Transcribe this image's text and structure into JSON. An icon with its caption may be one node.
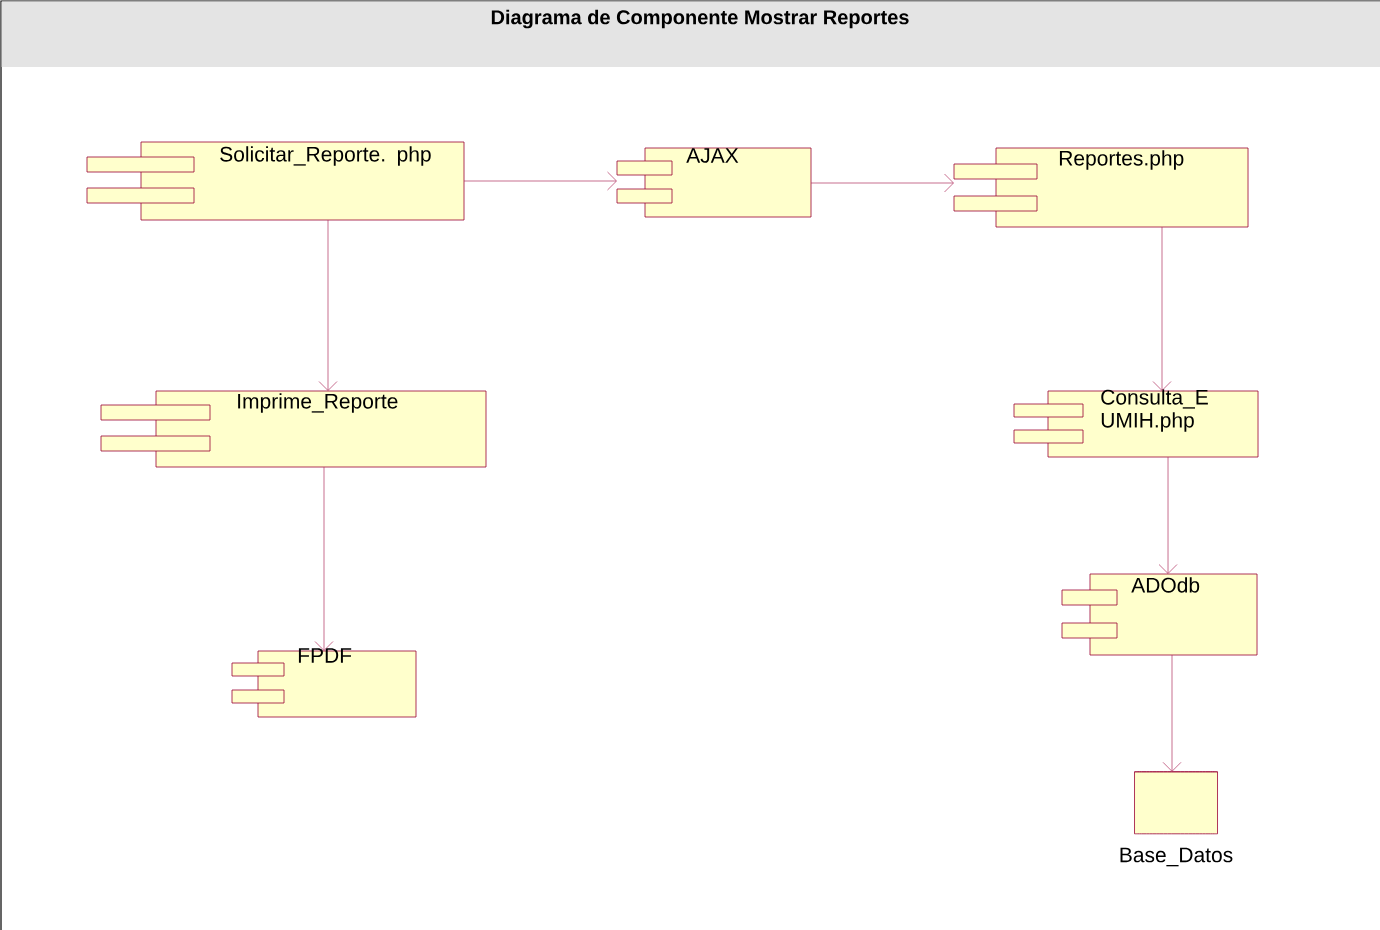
{
  "diagram": {
    "title": "Diagrama de Componente Mostrar Reportes",
    "nodes": [
      {
        "text": [
          "Solicitar_Reporte. php"
        ]
      },
      {
        "text": [
          "AJAX"
        ]
      },
      {
        "text": [
          "Reportes.php"
        ]
      },
      {
        "text": [
          "Imprime_Reporte"
        ]
      },
      {
        "text": [
          "Consulta_E UMIH.php"
        ]
      },
      {
        "text": [
          "FPDF"
        ]
      },
      {
        "text": [
          "ADOdb"
        ]
      },
      {
        "text": [
          "Base_Datos"
        ]
      }
    ],
    "edges": [
      {
        "from": 0,
        "to": 1,
        "arrow": "to"
      },
      {
        "from": 1,
        "to": 2,
        "arrow": "to"
      },
      {
        "from": 0,
        "to": 3,
        "arrow": "to"
      },
      {
        "from": 3,
        "to": 5,
        "arrow": "to"
      },
      {
        "from": 2,
        "to": 4,
        "arrow": "to"
      },
      {
        "from": 4,
        "to": 6,
        "arrow": "to"
      },
      {
        "from": 6,
        "to": 7,
        "arrow": "to"
      }
    ]
  }
}
